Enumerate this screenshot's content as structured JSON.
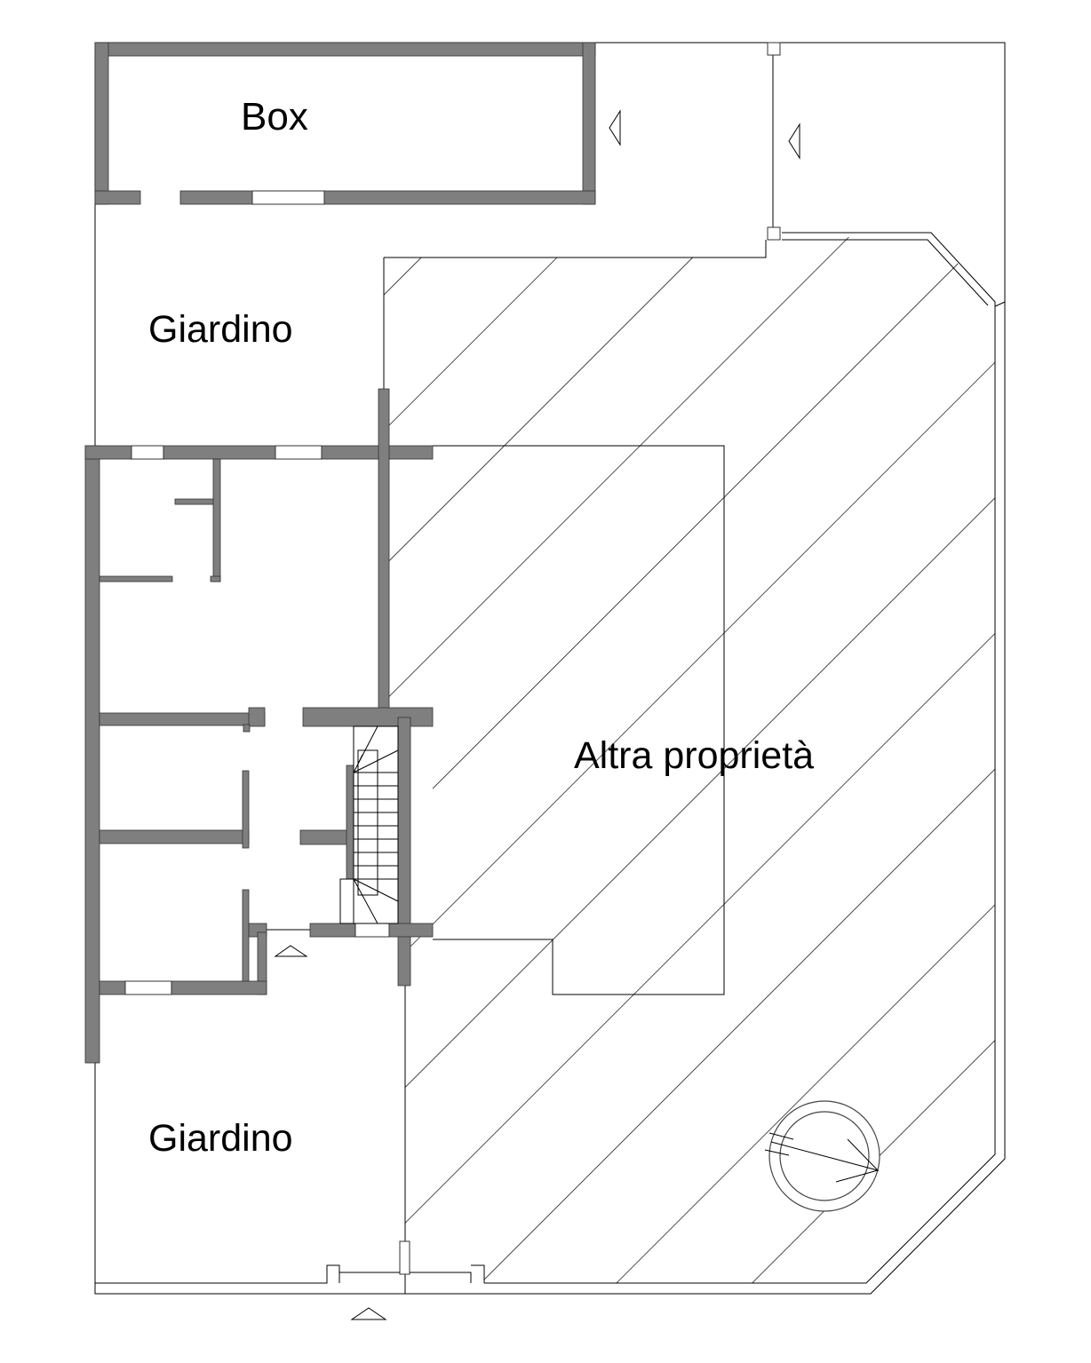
{
  "plan": {
    "labels": {
      "box": "Box",
      "garden_top": "Giardino",
      "garden_bottom": "Giardino",
      "other_property": "Altra proprietà"
    },
    "colors": {
      "wall": "#7f7f7f",
      "line": "#000000",
      "background": "#ffffff"
    }
  }
}
